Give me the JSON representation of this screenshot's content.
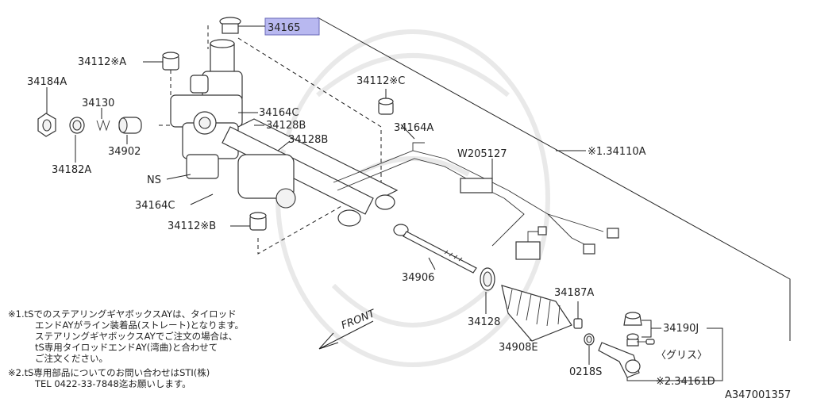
{
  "labels": {
    "p34165": "34165",
    "p34112a": "34112※A",
    "p34184a": "34184A",
    "p34130": "34130",
    "p34182a": "34182A",
    "p34902": "34902",
    "p34164c_top": "34164C",
    "p34128b": "34128B",
    "p34128b_2": "34128B",
    "p34112c": "34112※C",
    "p34164a": "34164A",
    "pw205127": "W205127",
    "p34110a": "※1.34110A",
    "ns": "NS",
    "p34164c_bot": "34164C",
    "p34112b": "34112※B",
    "p34906": "34906",
    "p34128": "34128",
    "p34908e": "34908E",
    "p34187a": "34187A",
    "p34190j": "34190J",
    "grease": "〈グリス〉",
    "p0218s": "0218S",
    "p34161d": "※2.34161D",
    "front": "FRONT",
    "code": "A347001357"
  },
  "notes": {
    "n1_l1": "※1.tSでのステアリングギヤボックスAYは、タイロッド",
    "n1_l2": "エンドAYがライン装着品(ストレート)となります。",
    "n1_l3": "ステアリングギヤボックスAYでご注文の場合は、",
    "n1_l4": "tS専用タイロッドエンドAY(湾曲)と合わせて",
    "n1_l5": "ご注文ください。",
    "n2_l1": "※2.tS専用部品についてのお問い合わせはSTI(株)",
    "n2_l2": "TEL 0422-33-7848迄お願いします。"
  },
  "colors": {
    "highlight_fill": "#b8b8f0",
    "highlight_border": "#6a6ab8",
    "ink": "#222222"
  }
}
